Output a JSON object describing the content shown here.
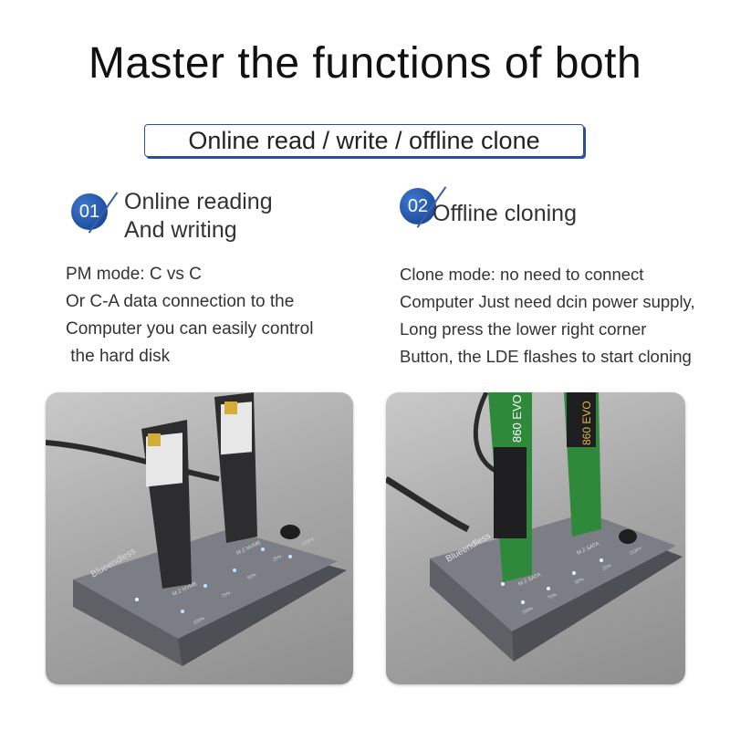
{
  "title": "Master the functions of both",
  "subtitle": "Online read / write / offline clone",
  "features": [
    {
      "number": "01",
      "title_line1": "Online reading",
      "title_line2": "And writing",
      "description_lines": [
        "PM mode: C vs C",
        "Or C-A data connection to the",
        "Computer you can easily control",
        " the hard disk"
      ]
    },
    {
      "number": "02",
      "title_line1": "Offline cloning",
      "description_lines": [
        "Clone mode: no need to connect",
        "Computer Just need dcin power supply,",
        "Long press the lower right corner",
        "Button, the LDE flashes to start cloning"
      ]
    }
  ],
  "product_images": [
    {
      "brand": "Blueendless",
      "slot_labels": [
        "M.2 NVME",
        "M.2 NVME"
      ],
      "led_labels": [
        "100%",
        "75%",
        "50%",
        "25%"
      ],
      "button_label": "COPY"
    },
    {
      "brand": "Blueendless",
      "slot_labels": [
        "M.2 SATA",
        "M.2 SATA"
      ],
      "led_labels": [
        "100%",
        "75%",
        "50%",
        "25%"
      ],
      "button_label": "COPY",
      "ssd_label": "860 EVO"
    }
  ],
  "colors": {
    "accent_blue": "#1d4e9e",
    "dock_gray": "#6f7378",
    "ssd_green": "#2e8a3a"
  }
}
